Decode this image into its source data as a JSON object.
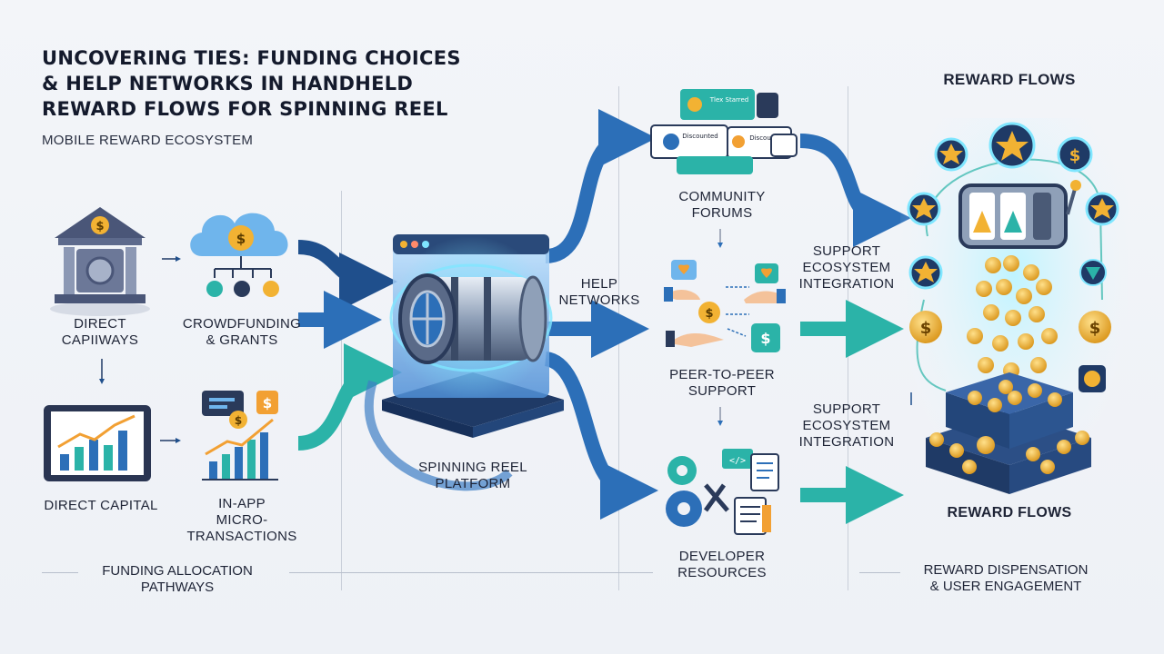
{
  "header": {
    "title_lines": [
      "UNCOVERING TIES: FUNDING CHOICES",
      "& HELP NETWORKS IN HANDHELD",
      "REWARD FLOWS FOR SPINNING REEL"
    ],
    "subtitle": "MOBILE REWARD ECOSYSTEM"
  },
  "funding": {
    "direct_capiways": [
      "DIRECT",
      "CAPIIWAYS"
    ],
    "crowdfunding": [
      "CROWDFUNDING",
      "& GRANTS"
    ],
    "direct_capital": "DIRECT CAPITAL",
    "in_app": [
      "IN-APP",
      "MICRO-",
      "TRANSACTIONS"
    ],
    "footer": [
      "FUNDING ALLOCATION",
      "PATHWAYS"
    ]
  },
  "platform": {
    "label": [
      "SPINNING REEL",
      "PLATFORM"
    ],
    "help_networks": [
      "HELP",
      "NETWORKS"
    ]
  },
  "help": {
    "community": [
      "COMMUNITY",
      "FORUMS"
    ],
    "peer": [
      "PEER-TO-PEER",
      "SUPPORT"
    ],
    "developer": [
      "DEVELOPER",
      "RESOURCES"
    ],
    "bubble_texts": [
      "Tlex Starred",
      "Discounted",
      "Discounting"
    ]
  },
  "integration": {
    "top": [
      "SUPPORT",
      "ECOSYSTEM",
      "INTEGRATION"
    ],
    "bottom": [
      "SUPPORT",
      "ECOSYSTEM",
      "INTEGRATION"
    ]
  },
  "rewards": {
    "heading": "REWARD FLOWS",
    "label": "REWARD FLOWS",
    "footer": [
      "REWARD DISPENSATION",
      "& USER ENGAGEMENT"
    ]
  },
  "colors": {
    "navy": "#1f4f8c",
    "blue": "#2c6fb8",
    "teal": "#2bb3a8",
    "gold": "#f2b233",
    "slate": "#4a5678"
  }
}
